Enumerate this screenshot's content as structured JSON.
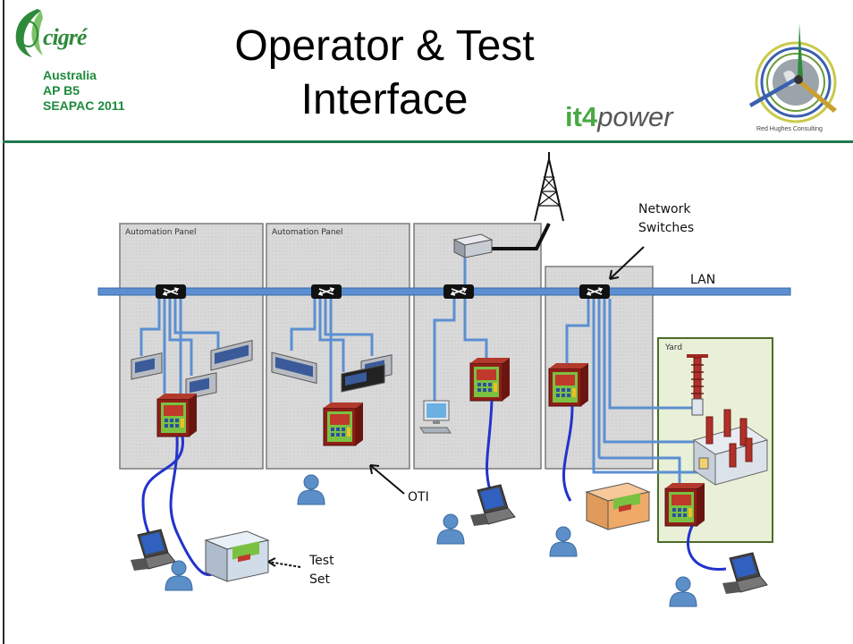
{
  "header": {
    "title_line1": "Operator & Test",
    "title_line2": "Interface",
    "org_logo_text": "cigré",
    "org_lines": [
      "Australia",
      "AP B5",
      "SEAPAC 2011"
    ],
    "it4power_it": "it4",
    "it4power_power": "power",
    "rhc_caption": "Red Hughes Consulting"
  },
  "diagram": {
    "panels": [
      {
        "label": "Automation Panel"
      },
      {
        "label": "Automation Panel"
      }
    ],
    "yard_label": "Yard",
    "network_switches_line1": "Network",
    "network_switches_line2": "Switches",
    "lan_label": "LAN",
    "oti_label": "OTI",
    "test_set_line1": "Test",
    "test_set_line2": "Set"
  },
  "colors": {
    "accent_green": "#1f7a4d",
    "lan_blue": "#5b8fd1",
    "cable_blue": "#2233cc",
    "panel_gray": "#d9d9d9",
    "yard_green": "#e9f0d8",
    "device_red": "#a0281e"
  },
  "icons": [
    "cigre-logo-icon",
    "rhc-logo-icon",
    "antenna-tower-icon",
    "network-switch-icon",
    "server-icon",
    "oti-terminal-icon",
    "ied-icon",
    "laptop-icon",
    "person-icon",
    "desktop-computer-icon",
    "test-set-icon",
    "circuit-breaker-icon",
    "transformer-icon",
    "isolator-icon"
  ]
}
